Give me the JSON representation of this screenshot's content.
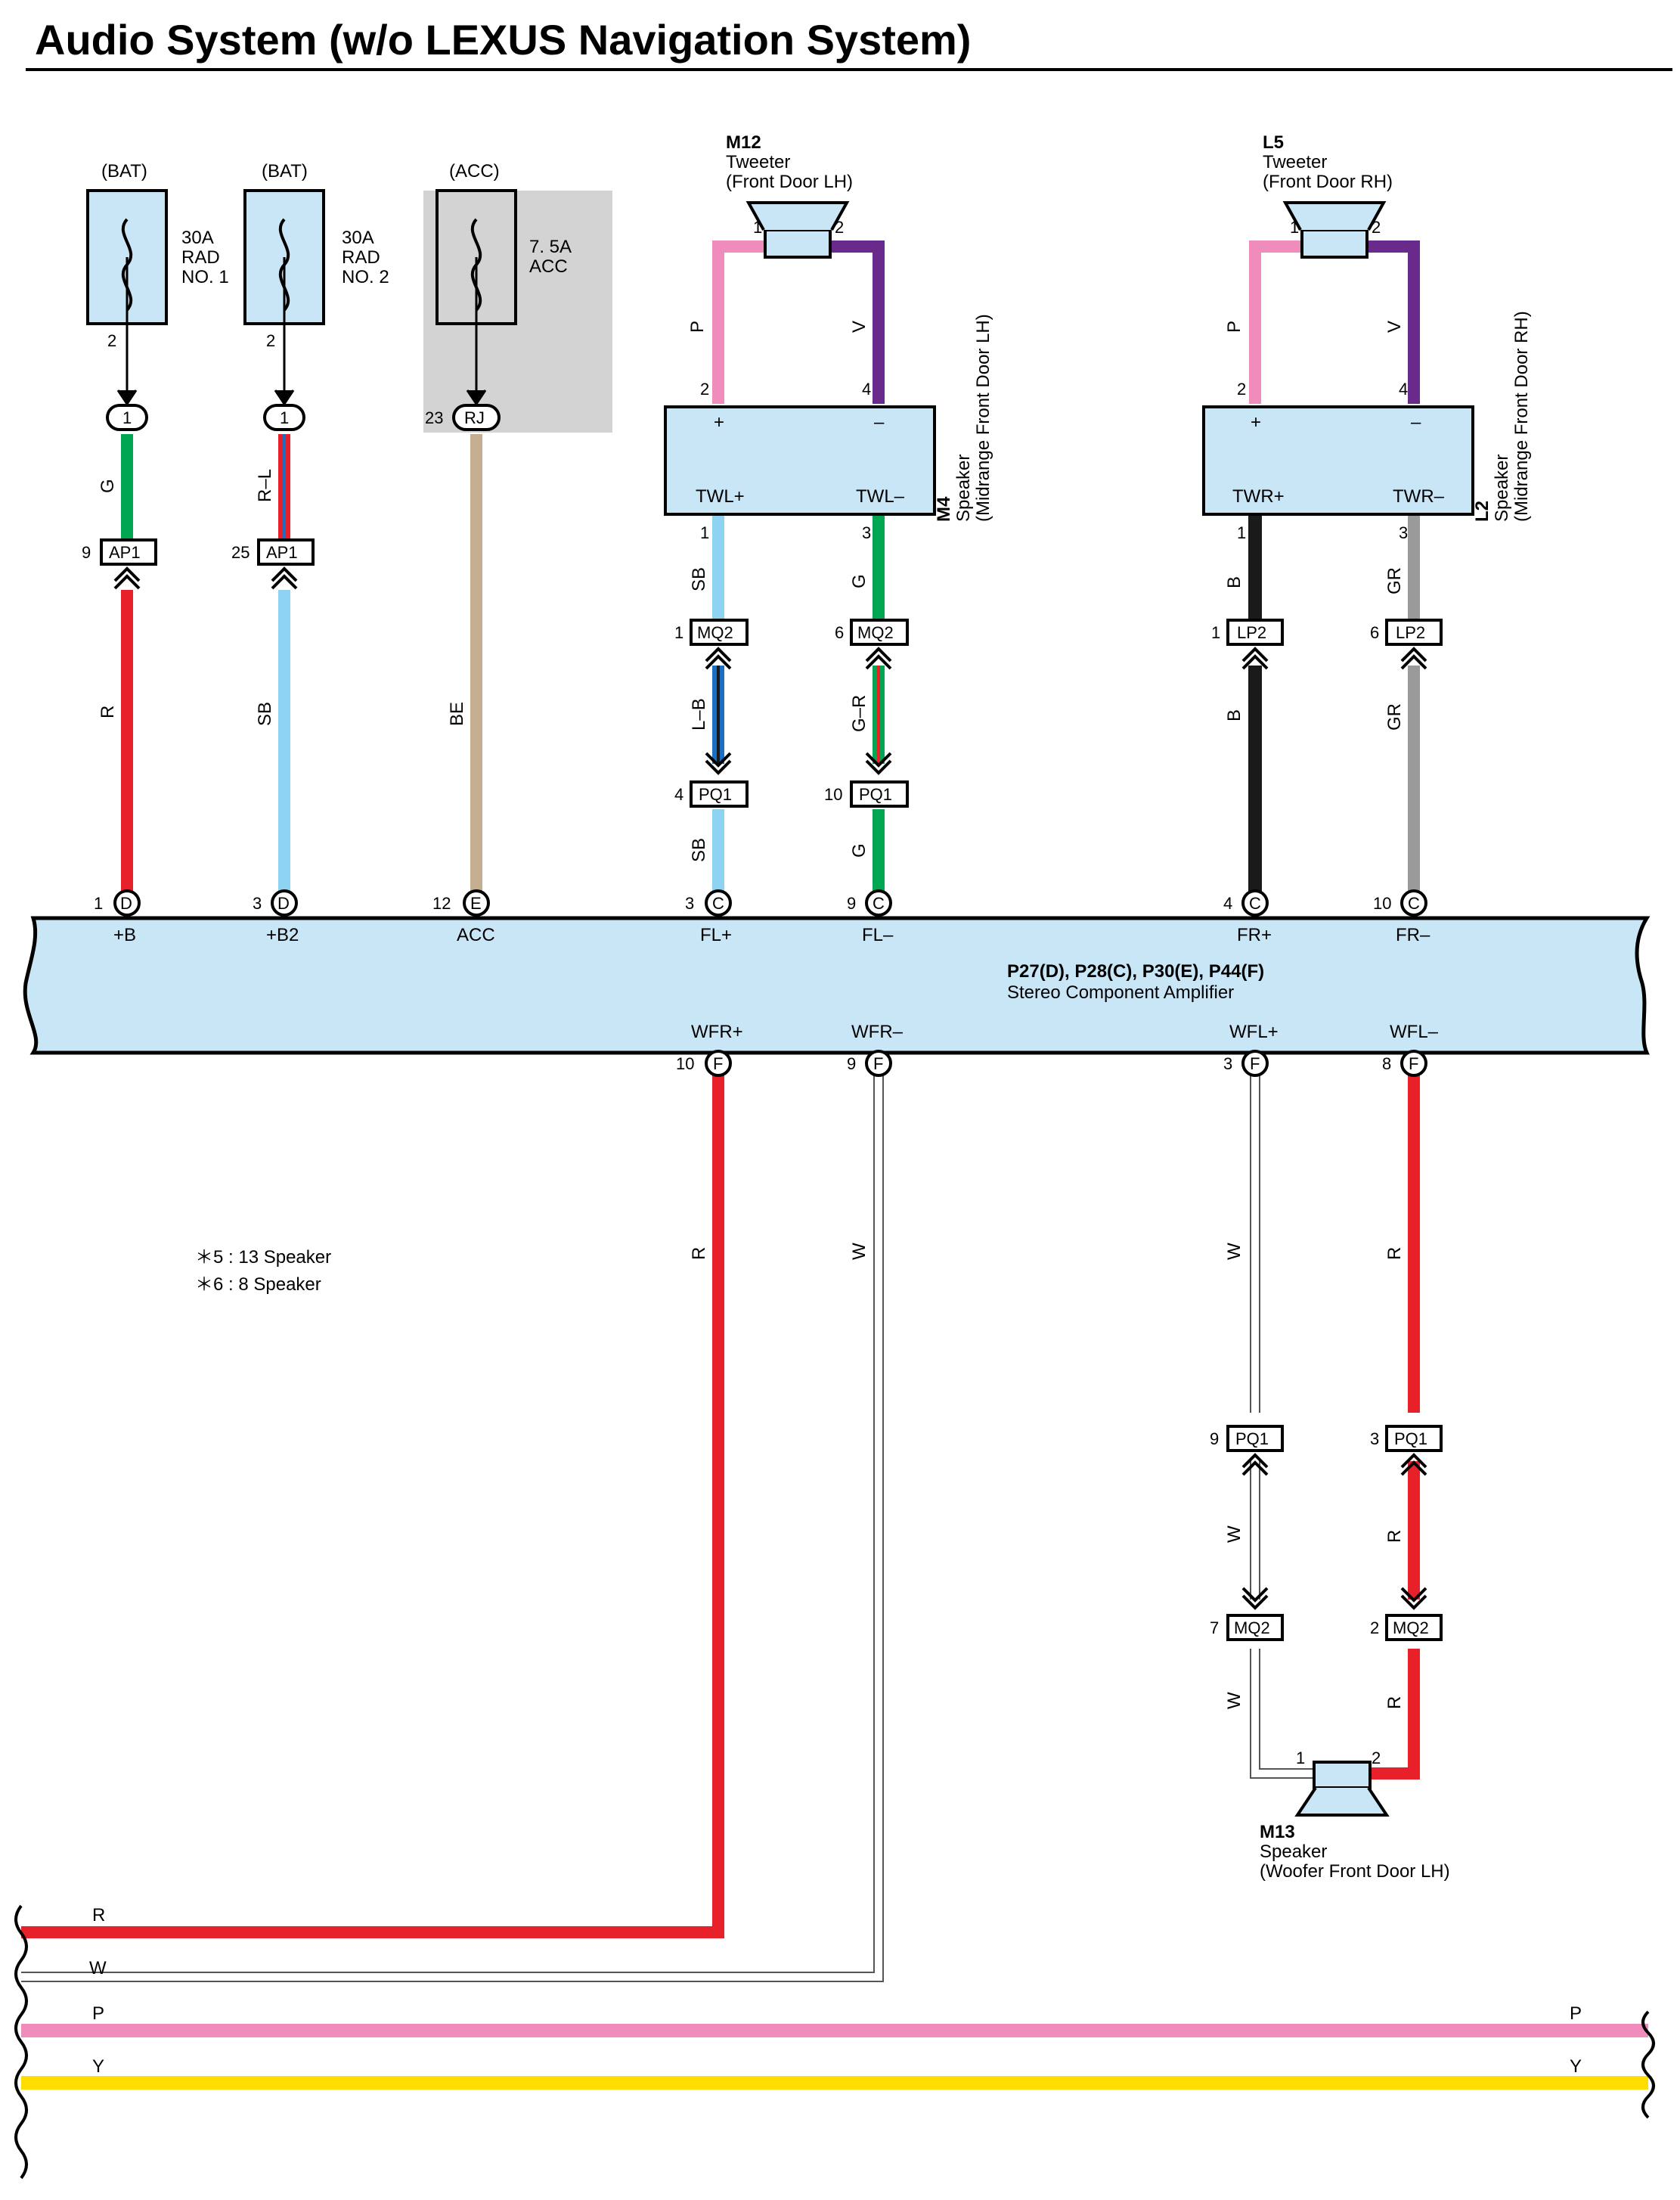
{
  "title": "Audio System (w/o LEXUS Navigation System)",
  "colors": {
    "red": "#e8202a",
    "green": "#00a651",
    "skyblue": "#8fd3f2",
    "beige": "#c4ad90",
    "pink": "#f08cbc",
    "violet": "#6a2a8c",
    "black": "#1a1a1a",
    "gray": "#9a9a9a",
    "white": "#ffffff",
    "yellow": "#ffdd00",
    "blue": "#1c6fc0",
    "component": "#c9e6f7",
    "shade": "#d3d3d3"
  },
  "fuses": [
    {
      "source": "(BAT)",
      "rating": "30A",
      "name1": "RAD",
      "name2": "NO. 1",
      "pin": "2",
      "junction": "1"
    },
    {
      "source": "(BAT)",
      "rating": "30A",
      "name1": "RAD",
      "name2": "NO. 2",
      "pin": "2",
      "junction": "1"
    },
    {
      "source": "(ACC)",
      "rating": "7. 5A",
      "name1": "ACC",
      "name2": "",
      "pin": "",
      "junction": "RJ",
      "junction_pin": "23"
    }
  ],
  "tweeter_lh": {
    "code": "M12",
    "name": "Tweeter",
    "location": "(Front Door LH)",
    "pin1": "1",
    "pin2": "2"
  },
  "tweeter_rh": {
    "code": "L5",
    "name": "Tweeter",
    "location": "(Front Door RH)",
    "pin1": "1",
    "pin2": "2"
  },
  "midrange_lh": {
    "code": "M4",
    "name": "Speaker",
    "location": "(Midrange Front Door LH)",
    "plus": "+",
    "minus": "–",
    "t1": "TWL+",
    "t2": "TWL–",
    "pin_top1": "2",
    "pin_top2": "4",
    "pin_bot1": "1",
    "pin_bot2": "3"
  },
  "midrange_rh": {
    "code": "L2",
    "name": "Speaker",
    "location": "(Midrange Front Door RH)",
    "plus": "+",
    "minus": "–",
    "t1": "TWR+",
    "t2": "TWR–",
    "pin_top1": "2",
    "pin_top2": "4",
    "pin_bot1": "1",
    "pin_bot2": "3"
  },
  "amplifier": {
    "codes": "P27(D), P28(C), P30(E), P44(F)",
    "name": "Stereo Component Amplifier",
    "top_terminals": [
      {
        "pin": "1",
        "conn": "D",
        "label": "+B"
      },
      {
        "pin": "3",
        "conn": "D",
        "label": "+B2"
      },
      {
        "pin": "12",
        "conn": "E",
        "label": "ACC"
      },
      {
        "pin": "3",
        "conn": "C",
        "label": "FL+"
      },
      {
        "pin": "9",
        "conn": "C",
        "label": "FL–"
      },
      {
        "pin": "4",
        "conn": "C",
        "label": "FR+"
      },
      {
        "pin": "10",
        "conn": "C",
        "label": "FR–"
      }
    ],
    "bottom_terminals": [
      {
        "pin": "10",
        "conn": "F",
        "label": "WFR+"
      },
      {
        "pin": "9",
        "conn": "F",
        "label": "WFR–"
      },
      {
        "pin": "3",
        "conn": "F",
        "label": "WFL+"
      },
      {
        "pin": "8",
        "conn": "F",
        "label": "WFL–"
      }
    ]
  },
  "connectors": {
    "ap1_a": {
      "code": "AP1",
      "pin": "9"
    },
    "ap1_b": {
      "code": "AP1",
      "pin": "25"
    },
    "mq2_a": {
      "code": "MQ2",
      "pin": "1"
    },
    "mq2_b": {
      "code": "MQ2",
      "pin": "6"
    },
    "pq1_a": {
      "code": "PQ1",
      "pin": "4"
    },
    "pq1_b": {
      "code": "PQ1",
      "pin": "10"
    },
    "lp2_a": {
      "code": "LP2",
      "pin": "1"
    },
    "lp2_b": {
      "code": "LP2",
      "pin": "6"
    },
    "pq1_c": {
      "code": "PQ1",
      "pin": "9"
    },
    "pq1_d": {
      "code": "PQ1",
      "pin": "3"
    },
    "mq2_c": {
      "code": "MQ2",
      "pin": "7"
    },
    "mq2_d": {
      "code": "MQ2",
      "pin": "2"
    }
  },
  "wire_labels": {
    "bat1_top": "G",
    "bat1_bot": "R",
    "bat2_top": "R–L",
    "bat2_bot": "SB",
    "acc": "BE",
    "fl_plus_top": "SB",
    "fl_plus_mid": "L–B",
    "fl_plus_bot": "SB",
    "fl_minus_top": "G",
    "fl_minus_mid": "G–R",
    "fl_minus_bot": "G",
    "fr_plus_top": "B",
    "fr_plus_bot": "B",
    "fr_minus_top": "GR",
    "fr_minus_bot": "GR",
    "tw_lh_1": "P",
    "tw_lh_2": "V",
    "tw_rh_1": "P",
    "tw_rh_2": "V",
    "wfr_plus": "R",
    "wfr_minus": "W",
    "wfl_plus_1": "W",
    "wfl_plus_2": "W",
    "wfl_plus_3": "W",
    "wfl_minus_1": "R",
    "wfl_minus_2": "R",
    "wfl_minus_3": "R"
  },
  "woofer": {
    "code": "M13",
    "name": "Speaker",
    "location": "(Woofer Front Door LH)",
    "pin1": "1",
    "pin2": "2"
  },
  "notes": [
    "＊5 : 13 Speaker",
    "＊6 : 8 Speaker"
  ],
  "bottom_lines": [
    {
      "left": "R",
      "right": ""
    },
    {
      "left": "W",
      "right": ""
    },
    {
      "left": "P",
      "right": "P"
    },
    {
      "left": "Y",
      "right": "Y"
    }
  ]
}
